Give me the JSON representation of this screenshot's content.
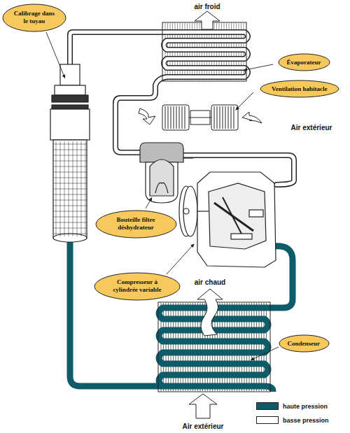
{
  "diagram": {
    "nodes": [
      {
        "text": [
          "Calibrage dans le tuyau"
        ]
      },
      {
        "text": [
          "Évaporateur"
        ]
      },
      {
        "text": [
          "Ventilation habitacle"
        ]
      },
      {
        "text": [
          "Bouteille filtre déshydrateur"
        ]
      },
      {
        "text": [
          "Compresseur à cylindrée variable"
        ]
      },
      {
        "text": [
          "Condenseur"
        ]
      }
    ],
    "labels": [
      "air froid",
      "Air extérieur",
      "air chaud",
      "Air extérieur"
    ],
    "legend": [
      {
        "text": "haute pression",
        "color": "#0e5b69"
      },
      {
        "text": "basse pression",
        "color": "#ffffff"
      }
    ]
  }
}
